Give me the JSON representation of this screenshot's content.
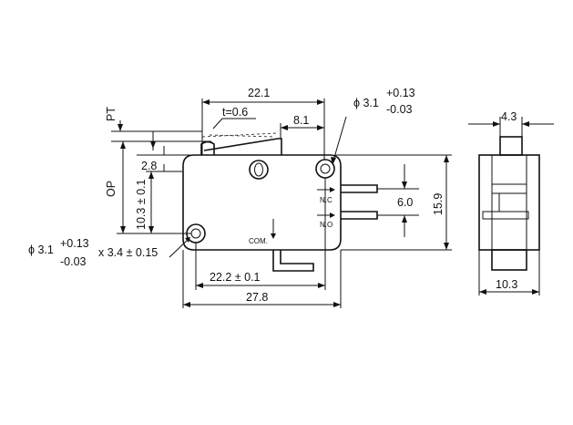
{
  "labels": {
    "pt": "PT",
    "op": "OP",
    "t": "t=0.6",
    "dim_22_1": "22.1",
    "dim_8_1": "8.1",
    "dim_2_8": "2.8",
    "dim_10_3_pm": "10.3 ± 0.1",
    "phi_top_base": "ϕ 3.1",
    "phi_top_plus": "+0.13",
    "phi_top_minus": "-0.03",
    "phi_bot_base": "ϕ 3.1",
    "phi_bot_plus": "+0.13",
    "phi_bot_minus": "-0.03",
    "phi_bot_suffix": "x 3.4 ± 0.15",
    "dim_6_0": "6.0",
    "dim_15_9": "15.9",
    "dim_22_2": "22.2 ± 0.1",
    "dim_27_8": "27.8",
    "dim_4_3": "4.3",
    "dim_10_3": "10.3",
    "nc": "N.C",
    "no": "N.O",
    "com": "COM."
  }
}
